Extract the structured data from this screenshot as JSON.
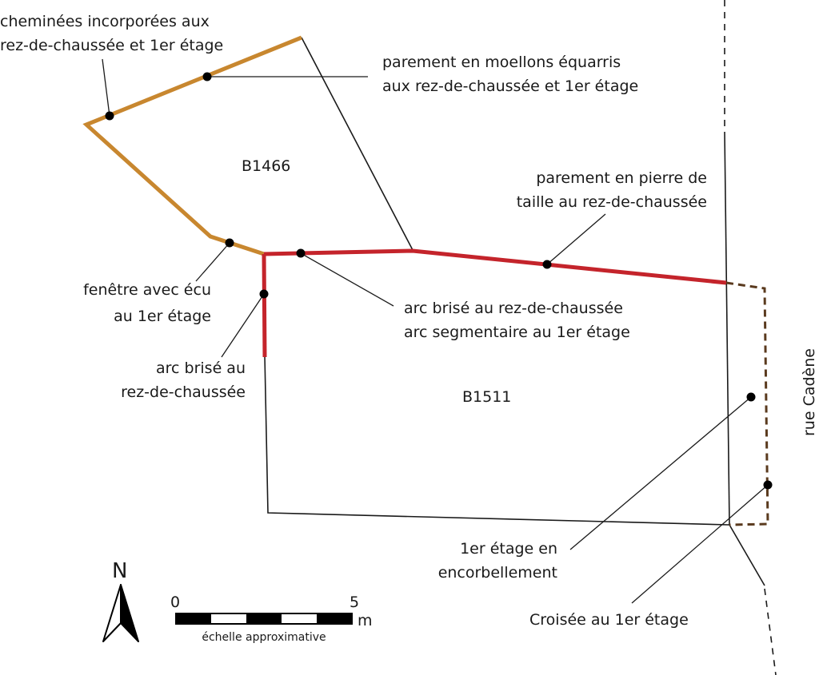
{
  "labels": {
    "cheminees_l1": "cheminées incorporées aux",
    "cheminees_l2": "rez-de-chaussée et 1er étage",
    "moellons_l1": "parement en moellons équarris",
    "moellons_l2": "aux rez-de-chaussée et 1er étage",
    "parcel_b1466": "B1466",
    "pierre_l1": "parement en pierre de",
    "pierre_l2": "taille au rez-de-chaussée",
    "fenetre_l1": "fenêtre avec écu",
    "fenetre_l2": "au 1er étage",
    "arc_l1": "arc brisé au rez-de-chaussée",
    "arc_l2": "arc segmentaire au 1er étage",
    "arcbrise_l1": "arc brisé au",
    "arcbrise_l2": "rez-de-chaussée",
    "parcel_b1511": "B1511",
    "street": "rue Cadène",
    "encorb_l1": "1er étage en",
    "encorb_l2": "encorbellement",
    "croisee": "Croisée au 1er étage"
  },
  "north": {
    "label": "N"
  },
  "scale": {
    "start": "0",
    "end": "5",
    "unit": "m",
    "caption": "échelle approximative"
  },
  "colors": {
    "ochre_wall": "#C8872F",
    "red_wall": "#C4242B",
    "dashed_wall": "#5A3A1E",
    "outline": "#1a1a1a"
  }
}
